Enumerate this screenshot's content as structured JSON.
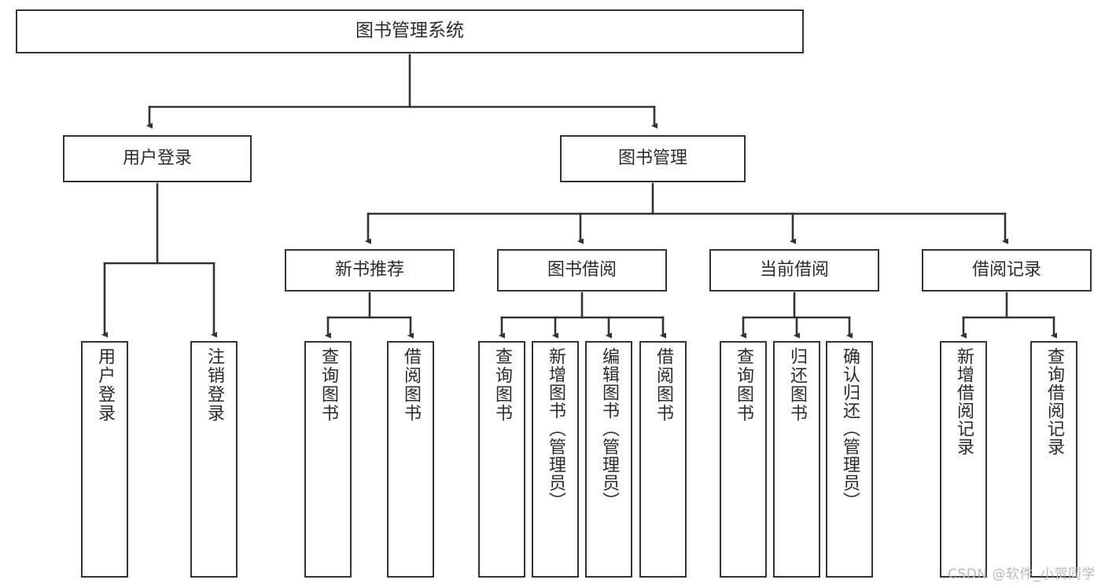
{
  "diagram": {
    "title": "图书管理系统",
    "type": "tree-hierarchy-chart",
    "watermark": "CSDN @软件_小贺同学",
    "colors": {
      "box_border": "#333333",
      "box_fill": "#ffffff",
      "edge": "#333333",
      "text": "#2b2b2b",
      "watermark": "#b9b9b9"
    },
    "root": {
      "label": "图书管理系统"
    },
    "level1": [
      {
        "label": "用户登录"
      },
      {
        "label": "图书管理"
      }
    ],
    "level2": [
      {
        "label": "新书推荐"
      },
      {
        "label": "图书借阅"
      },
      {
        "label": "当前借阅"
      },
      {
        "label": "借阅记录"
      }
    ],
    "leaves": {
      "user_login": [
        {
          "label": "用户登录"
        },
        {
          "label": "注销登录"
        }
      ],
      "new_book_recommend": [
        {
          "label": "查询图书"
        },
        {
          "label": "借阅图书"
        }
      ],
      "book_borrow": [
        {
          "label": "查询图书"
        },
        {
          "label": "新增图书（管理员）"
        },
        {
          "label": "编辑图书（管理员）"
        },
        {
          "label": "借阅图书"
        }
      ],
      "current_borrow": [
        {
          "label": "查询图书"
        },
        {
          "label": "归还图书"
        },
        {
          "label": "确认归还（管理员）"
        }
      ],
      "borrow_record": [
        {
          "label": "新增借阅记录"
        },
        {
          "label": "查询借阅记录"
        }
      ]
    }
  }
}
